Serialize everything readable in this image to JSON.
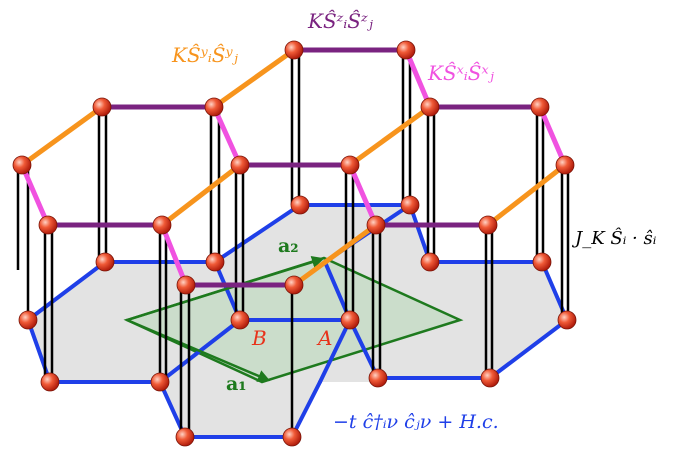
{
  "labels": {
    "kzz": "KŜᶻᵢŜᶻⱼ",
    "kyy": "KŜʸᵢŜʸⱼ",
    "kxx": "KŜˣᵢŜˣⱼ",
    "jk": "J_K Ŝᵢ · ŝᵢ",
    "hop": "−t ĉ†ᵢν ĉⱼν + H.c.",
    "a1": "a₁",
    "a2": "a₂",
    "sub_a": "A",
    "sub_b": "B"
  },
  "colors": {
    "hop_bond": "#1f3fe8",
    "z_bond": "#7a2380",
    "y_bond": "#f7941d",
    "x_bond": "#f052e0",
    "vertical_bond": "#000000",
    "lattice_vec": "#1e7a1e",
    "cell_fill": "#c7dcc7",
    "plane_fill": "#e3e3e3",
    "site_fill": "#e8321a",
    "sublattice_text": "#e8321a",
    "hop_text": "#1f3fe8"
  }
}
